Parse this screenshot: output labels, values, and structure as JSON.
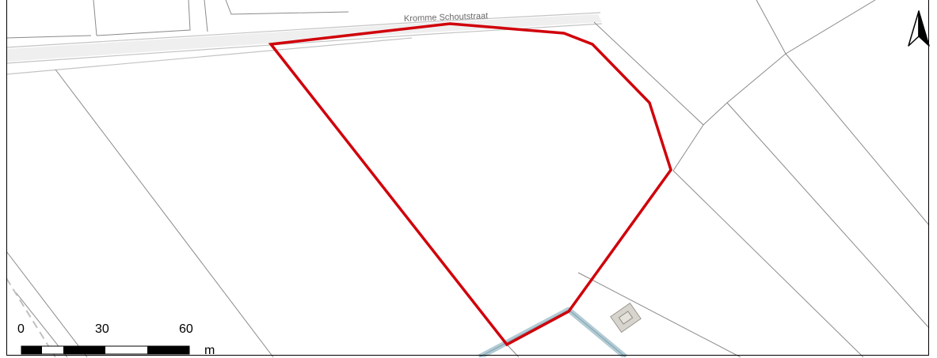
{
  "map": {
    "street_name": "Kromme Schoutstraat",
    "colors": {
      "parcel_boundary": "#d0000a",
      "parcel_lines": "#8a8a8a",
      "road_edges": "#c8c8c8",
      "road_fill": "#efefef",
      "waterway": "#b3cbd4",
      "waterway_edge": "#7fa2ae",
      "building_fill": "#d6d4cc",
      "building_edge": "#9a9890"
    },
    "icons": {
      "north_arrow": "north-arrow-icon"
    }
  },
  "scale_bar": {
    "labels": [
      "0",
      "30",
      "60"
    ],
    "unit": "m"
  }
}
